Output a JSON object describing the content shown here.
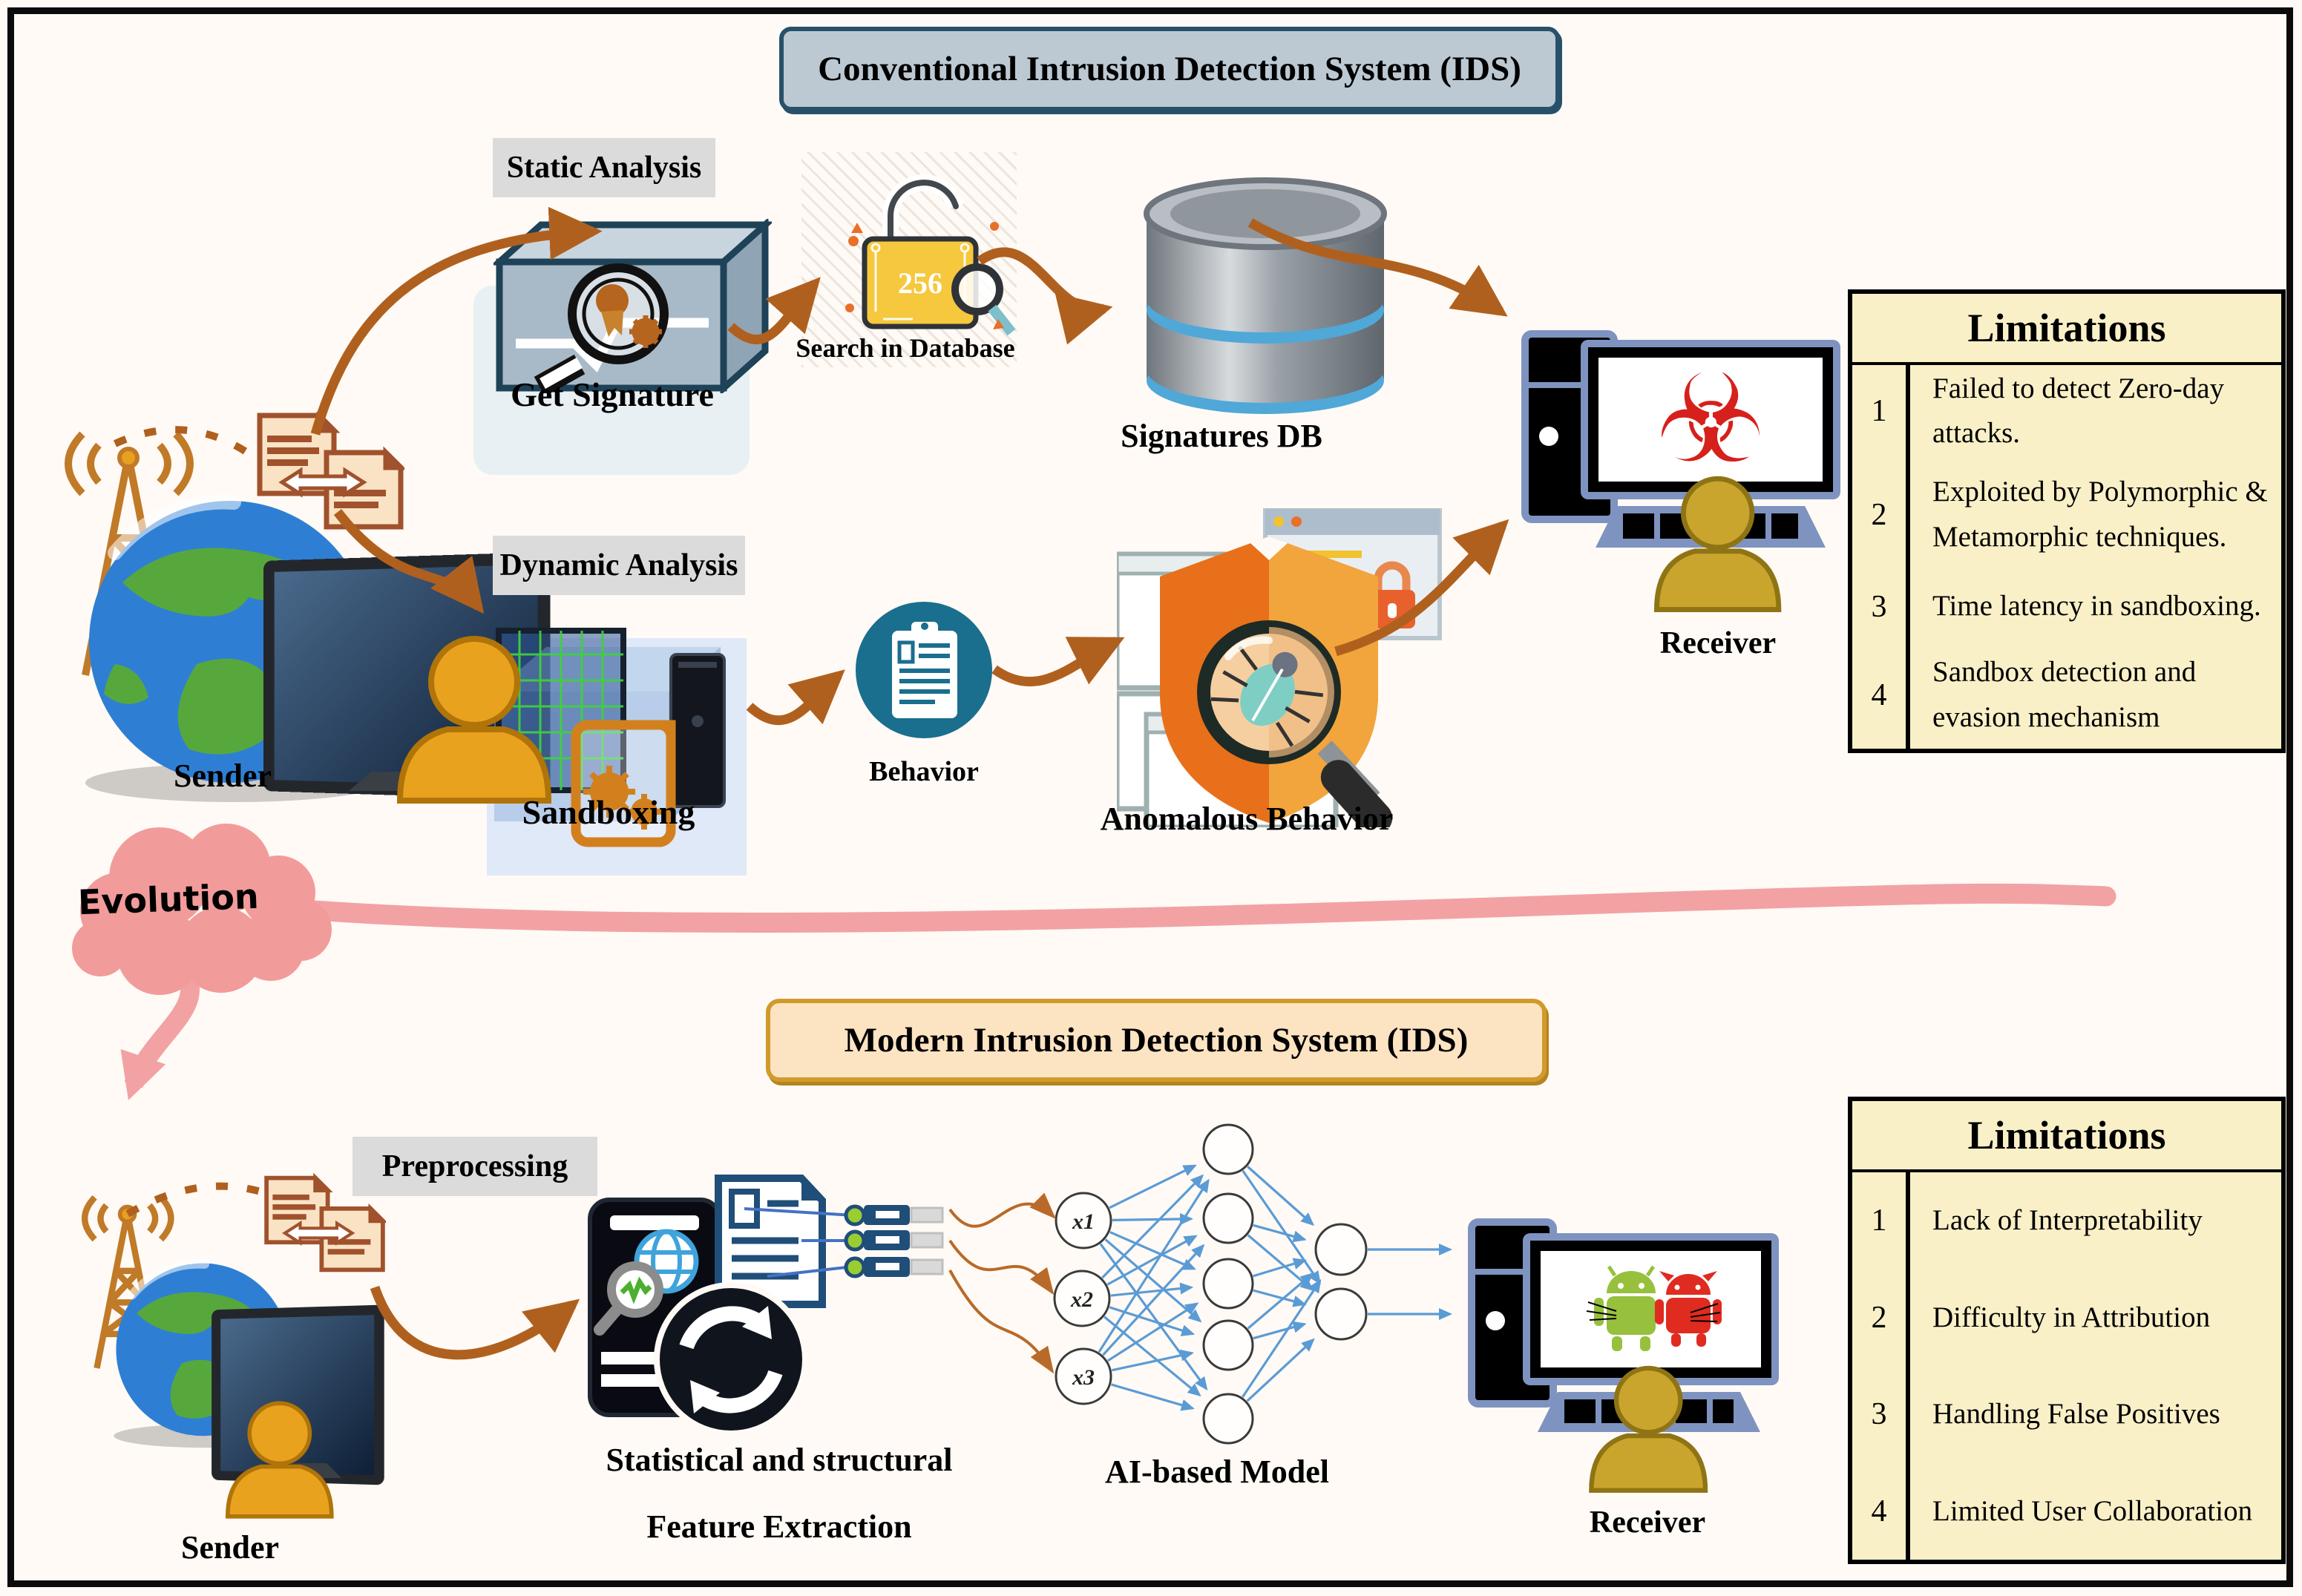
{
  "conventional": {
    "title": "Conventional Intrusion Detection System (IDS)",
    "static_analysis_label": "Static Analysis",
    "get_signature_label": "Get Signature",
    "search_in_database_label": "Search in Database",
    "lock_text": "256",
    "signatures_db_label": "Signatures DB",
    "dynamic_analysis_label": "Dynamic Analysis",
    "sandboxing_label": "Sandboxing",
    "behavior_label": "Behavior",
    "anomalous_behavior_label": "Anomalous Behavior",
    "sender_label": "Sender",
    "receiver_label": "Receiver",
    "limitations": {
      "title": "Limitations",
      "items": [
        {
          "num": "1",
          "text": "Failed to detect Zero-day attacks."
        },
        {
          "num": "2",
          "text": "Exploited by Polymorphic & Metamorphic techniques."
        },
        {
          "num": "3",
          "text": "Time latency in sandboxing."
        },
        {
          "num": "4",
          "text": "Sandbox detection and evasion mechanism"
        }
      ]
    }
  },
  "evolution": {
    "label": "Evolution"
  },
  "modern": {
    "title": "Modern Intrusion Detection System (IDS)",
    "preprocessing_label": "Preprocessing",
    "sender_label": "Sender",
    "feature_extraction_line1": "Statistical and structural",
    "feature_extraction_line2": "Feature Extraction",
    "ai_model_label": "AI-based Model",
    "ai_inputs": [
      "x1",
      "x2",
      "x3"
    ],
    "receiver_label": "Receiver",
    "limitations": {
      "title": "Limitations",
      "items": [
        {
          "num": "1",
          "text": "Lack of Interpretability"
        },
        {
          "num": "2",
          "text": "Difficulty in Attribution"
        },
        {
          "num": "3",
          "text": "Handling False Positives"
        },
        {
          "num": "4",
          "text": "Limited User Collaboration"
        }
      ]
    }
  },
  "colors": {
    "arrow_brown": "#B0601E",
    "evolution_pink": "#F2A2A3",
    "limitations_bg": "#FAF0C8",
    "conventional_title_bg": "#BCC9D3",
    "modern_title_bg": "#FCE3C2",
    "biohazard_red": "#D6201C"
  }
}
